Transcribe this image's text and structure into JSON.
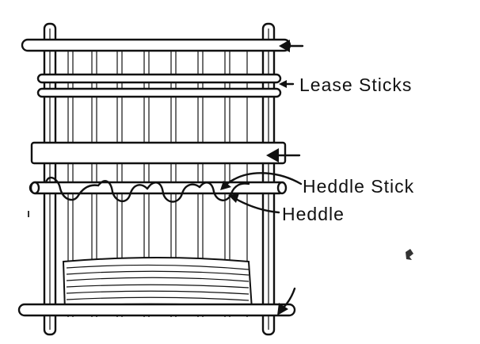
{
  "labels": {
    "lease_sticks": "Lease Sticks",
    "heddle_stick": "Heddle Stick",
    "heddle": "Heddle"
  },
  "colors": {
    "ink": "#111111",
    "paper": "#ffffff"
  }
}
